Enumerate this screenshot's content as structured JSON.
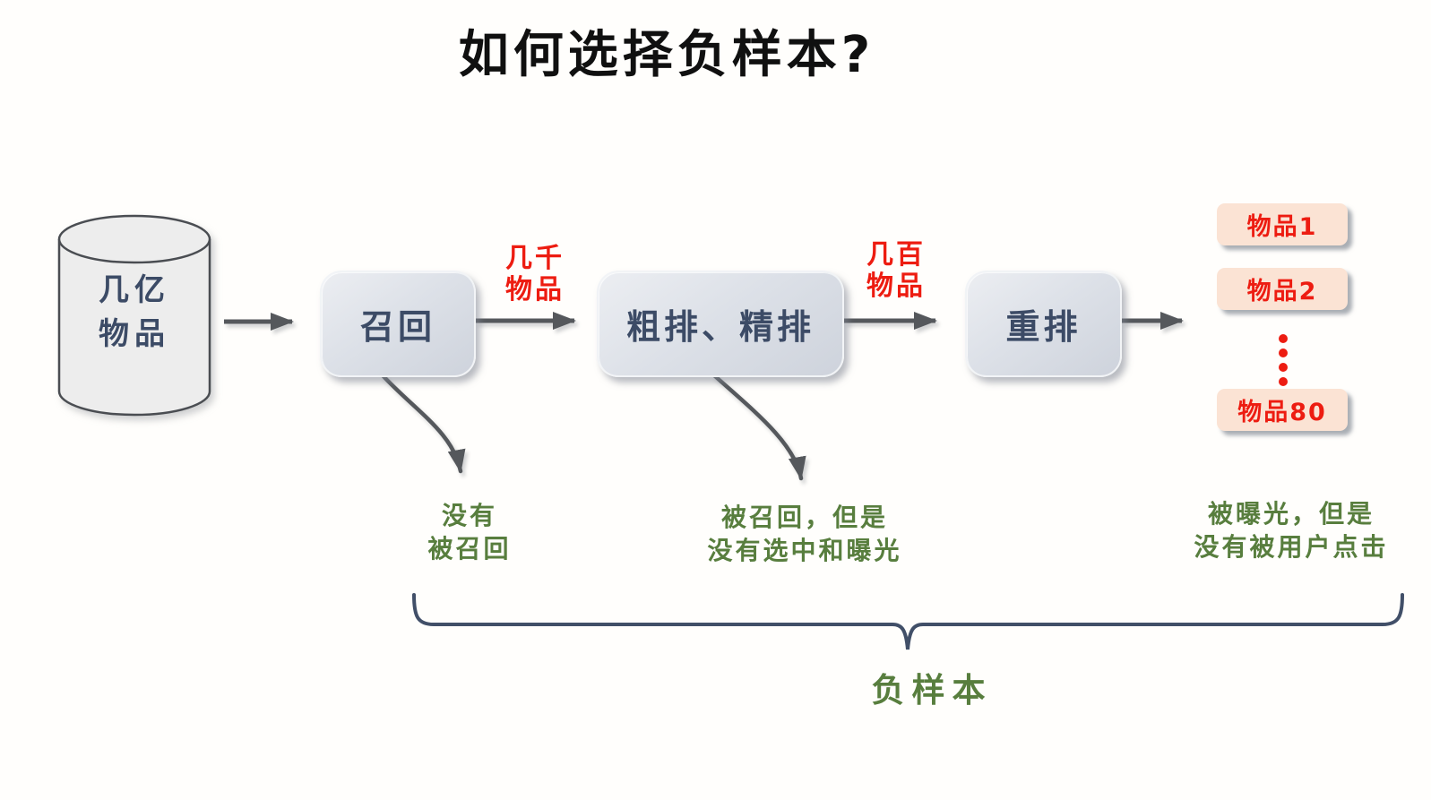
{
  "title": "如何选择负样本?",
  "source": {
    "line1": "几亿",
    "line2": "物品"
  },
  "pipeline": {
    "stages": [
      {
        "label": "召回"
      },
      {
        "label": "粗排、精排"
      },
      {
        "label": "重排"
      }
    ],
    "edge_labels": [
      {
        "line1": "几千",
        "line2": "物品"
      },
      {
        "line1": "几百",
        "line2": "物品"
      }
    ]
  },
  "results": {
    "items": [
      {
        "label": "物品1"
      },
      {
        "label": "物品2"
      },
      {
        "label": "物品80"
      }
    ]
  },
  "negative_notes": [
    {
      "line1": "没有",
      "line2": "被召回"
    },
    {
      "line1": "被召回，但是",
      "line2": "没有选中和曝光"
    },
    {
      "line1": "被曝光，但是",
      "line2": "没有被用户点击"
    }
  ],
  "brace_label": "负样本",
  "colors": {
    "title_text": "#101010",
    "stage_text": "#3c4b66",
    "stage_fill": "#dde1e8",
    "red_accent": "#ed1c11",
    "item_fill": "#fbe3d4",
    "green_note": "#587e3e",
    "arrow": "#55585c",
    "brace": "#414f68",
    "cylinder_fill": "#ededed",
    "cylinder_stroke": "#4a4d52"
  }
}
